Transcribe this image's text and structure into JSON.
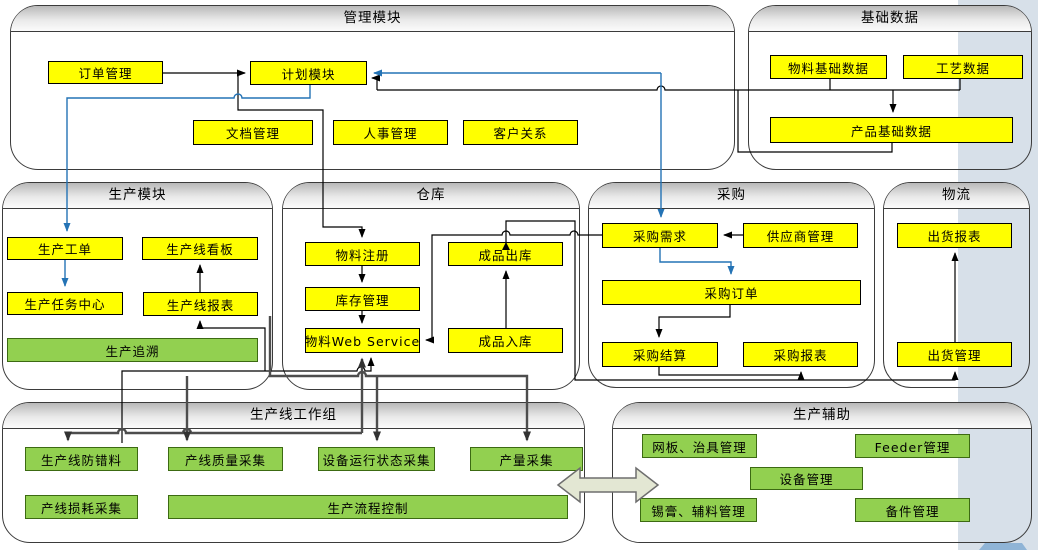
{
  "diagram": {
    "type": "system-module-diagram",
    "language": "zh-CN"
  },
  "colors": {
    "module_box_fill": "#ffff00",
    "submodule_green_fill": "#92d050",
    "background_band": "#d7e0e9",
    "connector_black": "#000000",
    "connector_blue": "#2473b5",
    "connector_thick_gray": "#4d4d4d",
    "block_arrow_fill": "#e3e7d3",
    "corner_decor_blue": "#8fb4d6"
  },
  "sections": [
    {
      "id": "management",
      "title": "管理模块",
      "boxes": [
        {
          "label": "订单管理"
        },
        {
          "label": "计划模块"
        },
        {
          "label": "文档管理"
        },
        {
          "label": "人事管理"
        },
        {
          "label": "客户关系"
        }
      ]
    },
    {
      "id": "base-data",
      "title": "基础数据",
      "boxes": [
        {
          "label": "物料基础数据"
        },
        {
          "label": "工艺数据"
        },
        {
          "label": "产品基础数据"
        }
      ]
    },
    {
      "id": "production",
      "title": "生产模块",
      "boxes": [
        {
          "label": "生产工单"
        },
        {
          "label": "生产线看板"
        },
        {
          "label": "生产任务中心"
        },
        {
          "label": "生产线报表"
        },
        {
          "label": "生产追溯"
        }
      ]
    },
    {
      "id": "warehouse",
      "title": "仓库",
      "boxes": [
        {
          "label": "物料注册"
        },
        {
          "label": "成品出库"
        },
        {
          "label": "库存管理"
        },
        {
          "label": "物料Web Service"
        },
        {
          "label": "成品入库"
        }
      ]
    },
    {
      "id": "purchasing",
      "title": "采购",
      "boxes": [
        {
          "label": "采购需求"
        },
        {
          "label": "供应商管理"
        },
        {
          "label": "采购订单"
        },
        {
          "label": "采购结算"
        },
        {
          "label": "采购报表"
        }
      ]
    },
    {
      "id": "logistics",
      "title": "物流",
      "boxes": [
        {
          "label": "出货报表"
        },
        {
          "label": "出货管理"
        }
      ]
    },
    {
      "id": "line-workgroup",
      "title": "生产线工作组",
      "boxes": [
        {
          "label": "生产线防错料"
        },
        {
          "label": "产线质量采集"
        },
        {
          "label": "设备运行状态采集"
        },
        {
          "label": "产量采集"
        },
        {
          "label": "产线损耗采集"
        },
        {
          "label": "生产流程控制"
        }
      ]
    },
    {
      "id": "production-support",
      "title": "生产辅助",
      "boxes": [
        {
          "label": "网板、治具管理"
        },
        {
          "label": "Feeder管理"
        },
        {
          "label": "设备管理"
        },
        {
          "label": "锡膏、辅料管理"
        },
        {
          "label": "备件管理"
        }
      ]
    }
  ]
}
